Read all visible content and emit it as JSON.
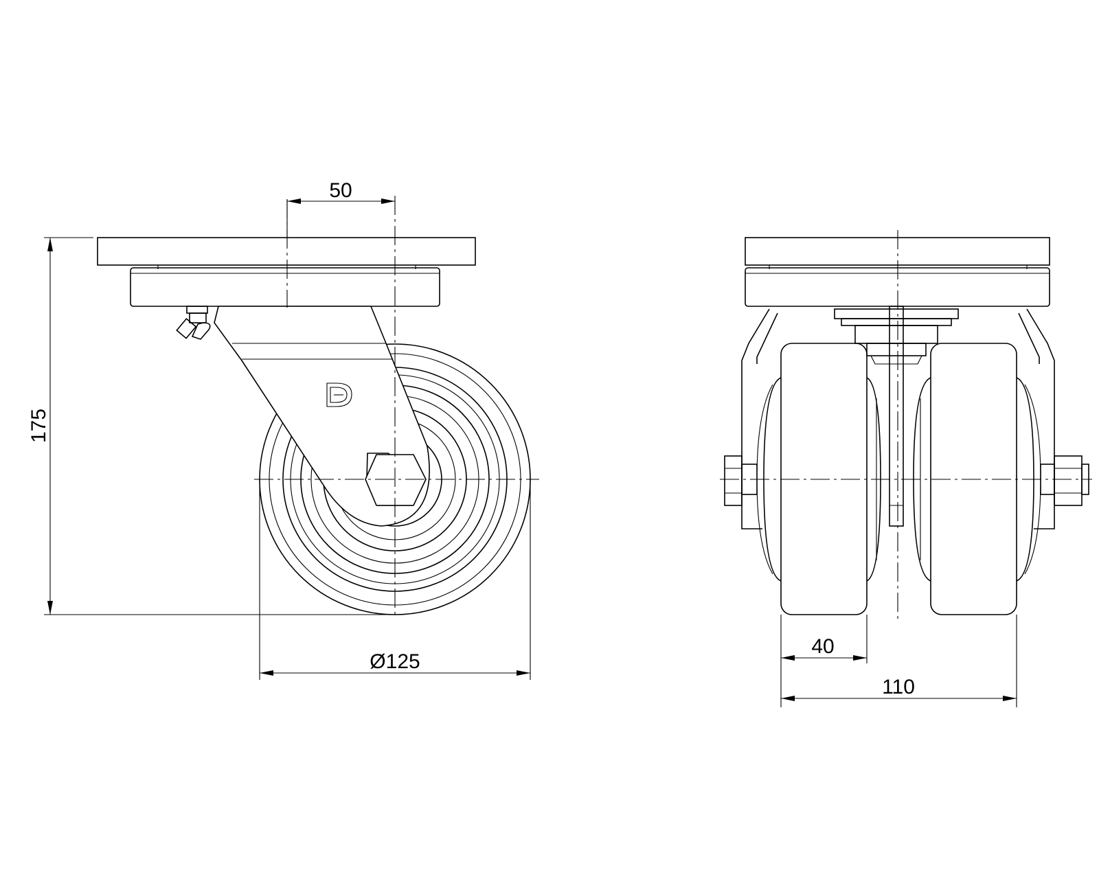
{
  "drawing": {
    "dimensions": {
      "offset": "50",
      "height": "175",
      "wheel_diameter": "Ø125",
      "wheel_width": "40",
      "overall_width": "110"
    }
  }
}
